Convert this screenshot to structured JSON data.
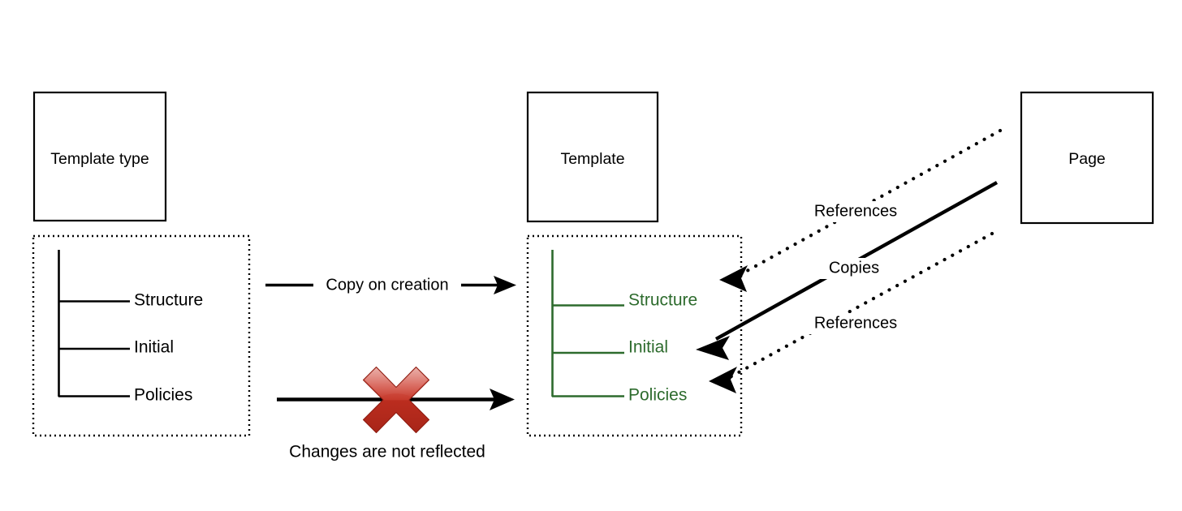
{
  "diagram": {
    "title": "Template type to Template to Page relationship diagram",
    "background_color": "#ffffff",
    "accent_green": "#2d6b2d",
    "accent_red": "#c0392b",
    "line_color": "#000000"
  },
  "nodes": {
    "template_type": {
      "label": "Template type"
    },
    "template": {
      "label": "Template"
    },
    "page": {
      "label": "Page"
    }
  },
  "template_type_tree": {
    "items": [
      {
        "label": "Structure"
      },
      {
        "label": "Initial"
      },
      {
        "label": "Policies"
      }
    ]
  },
  "template_tree": {
    "items": [
      {
        "label": "Structure"
      },
      {
        "label": "Initial"
      },
      {
        "label": "Policies"
      }
    ]
  },
  "edges": {
    "copy_on_creation": {
      "label": "Copy on creation",
      "style": "solid-arrow"
    },
    "changes_not_reflected": {
      "label": "Changes are not reflected",
      "style": "solid-arrow-blocked",
      "marker": "red-x"
    },
    "references_top": {
      "label": "References",
      "style": "dotted-arrow"
    },
    "copies": {
      "label": "Copies",
      "style": "solid-arrow"
    },
    "references_bottom": {
      "label": "References",
      "style": "dotted-arrow"
    }
  }
}
